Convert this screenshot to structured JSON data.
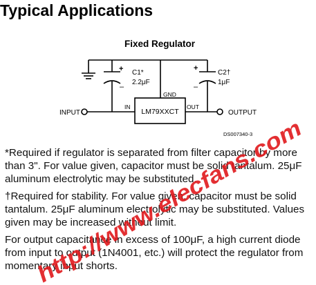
{
  "document": {
    "heading": "Typical Applications",
    "figure": {
      "title": "Fixed Regulator",
      "regulator_label": "LM79XXCT",
      "gnd_label": "GND",
      "in_pin_label": "IN",
      "out_pin_label": "OUT",
      "input_label": "INPUT",
      "output_label": "OUTPUT",
      "c1_label": "C1*",
      "c1_value": "2.2μF",
      "c2_label": "C2†",
      "c2_value": "1μF",
      "plus_sign": "+",
      "figure_id": "DS007340-3"
    },
    "notes": [
      "*Required if regulator is separated from filter capacitor by more than 3\". For value given, capacitor must be solid tantalum. 25μF aluminum electrolytic may be substituted.",
      "†Required for stability. For value given, capacitor must be solid tantalum. 25μF aluminum electrolytic may be substituted. Values given may be increased without limit.",
      "For output capacitance in excess of 100μF, a high current diode from input to output (1N4001, etc.) will protect the regulator from momentary input shorts."
    ],
    "watermark_text": "http://www.elecfans.com",
    "watermark_color": "#e0181c"
  }
}
